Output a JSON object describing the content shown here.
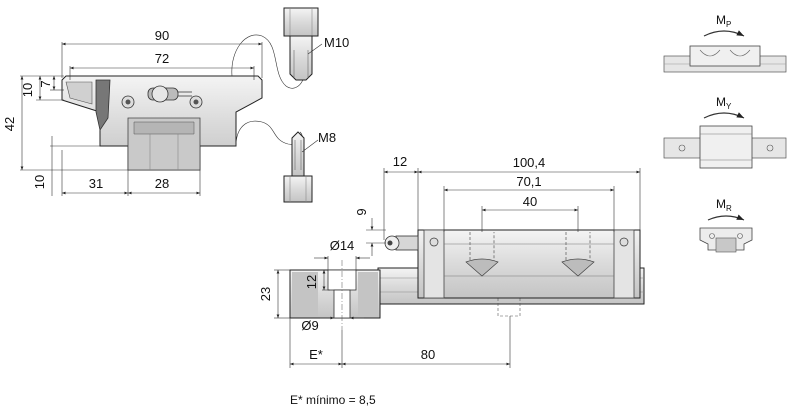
{
  "front_view": {
    "width_overall": "90",
    "width_holes": "72",
    "height_total": "42",
    "flange_top": "10",
    "flange_thickness": "7",
    "base_clearance": "10",
    "offset_side": "31",
    "rail_width": "28"
  },
  "screws": {
    "top_label": "M10",
    "bottom_label": "M8"
  },
  "side_view": {
    "lube_offset": "12",
    "block_length": "100,4",
    "body_length": "70,1",
    "hole_spacing": "40",
    "lube_height": "9",
    "rail_hole_dia": "Ø14",
    "counterbore_depth": "12",
    "rail_height": "23",
    "rail_bore_dia": "Ø9",
    "e_label": "E*",
    "pitch": "80"
  },
  "note": "E* mínimo = 8,5",
  "moments": {
    "pitch": {
      "main": "M",
      "sub": "P"
    },
    "yaw": {
      "main": "M",
      "sub": "Y"
    },
    "roll": {
      "main": "M",
      "sub": "R"
    }
  }
}
